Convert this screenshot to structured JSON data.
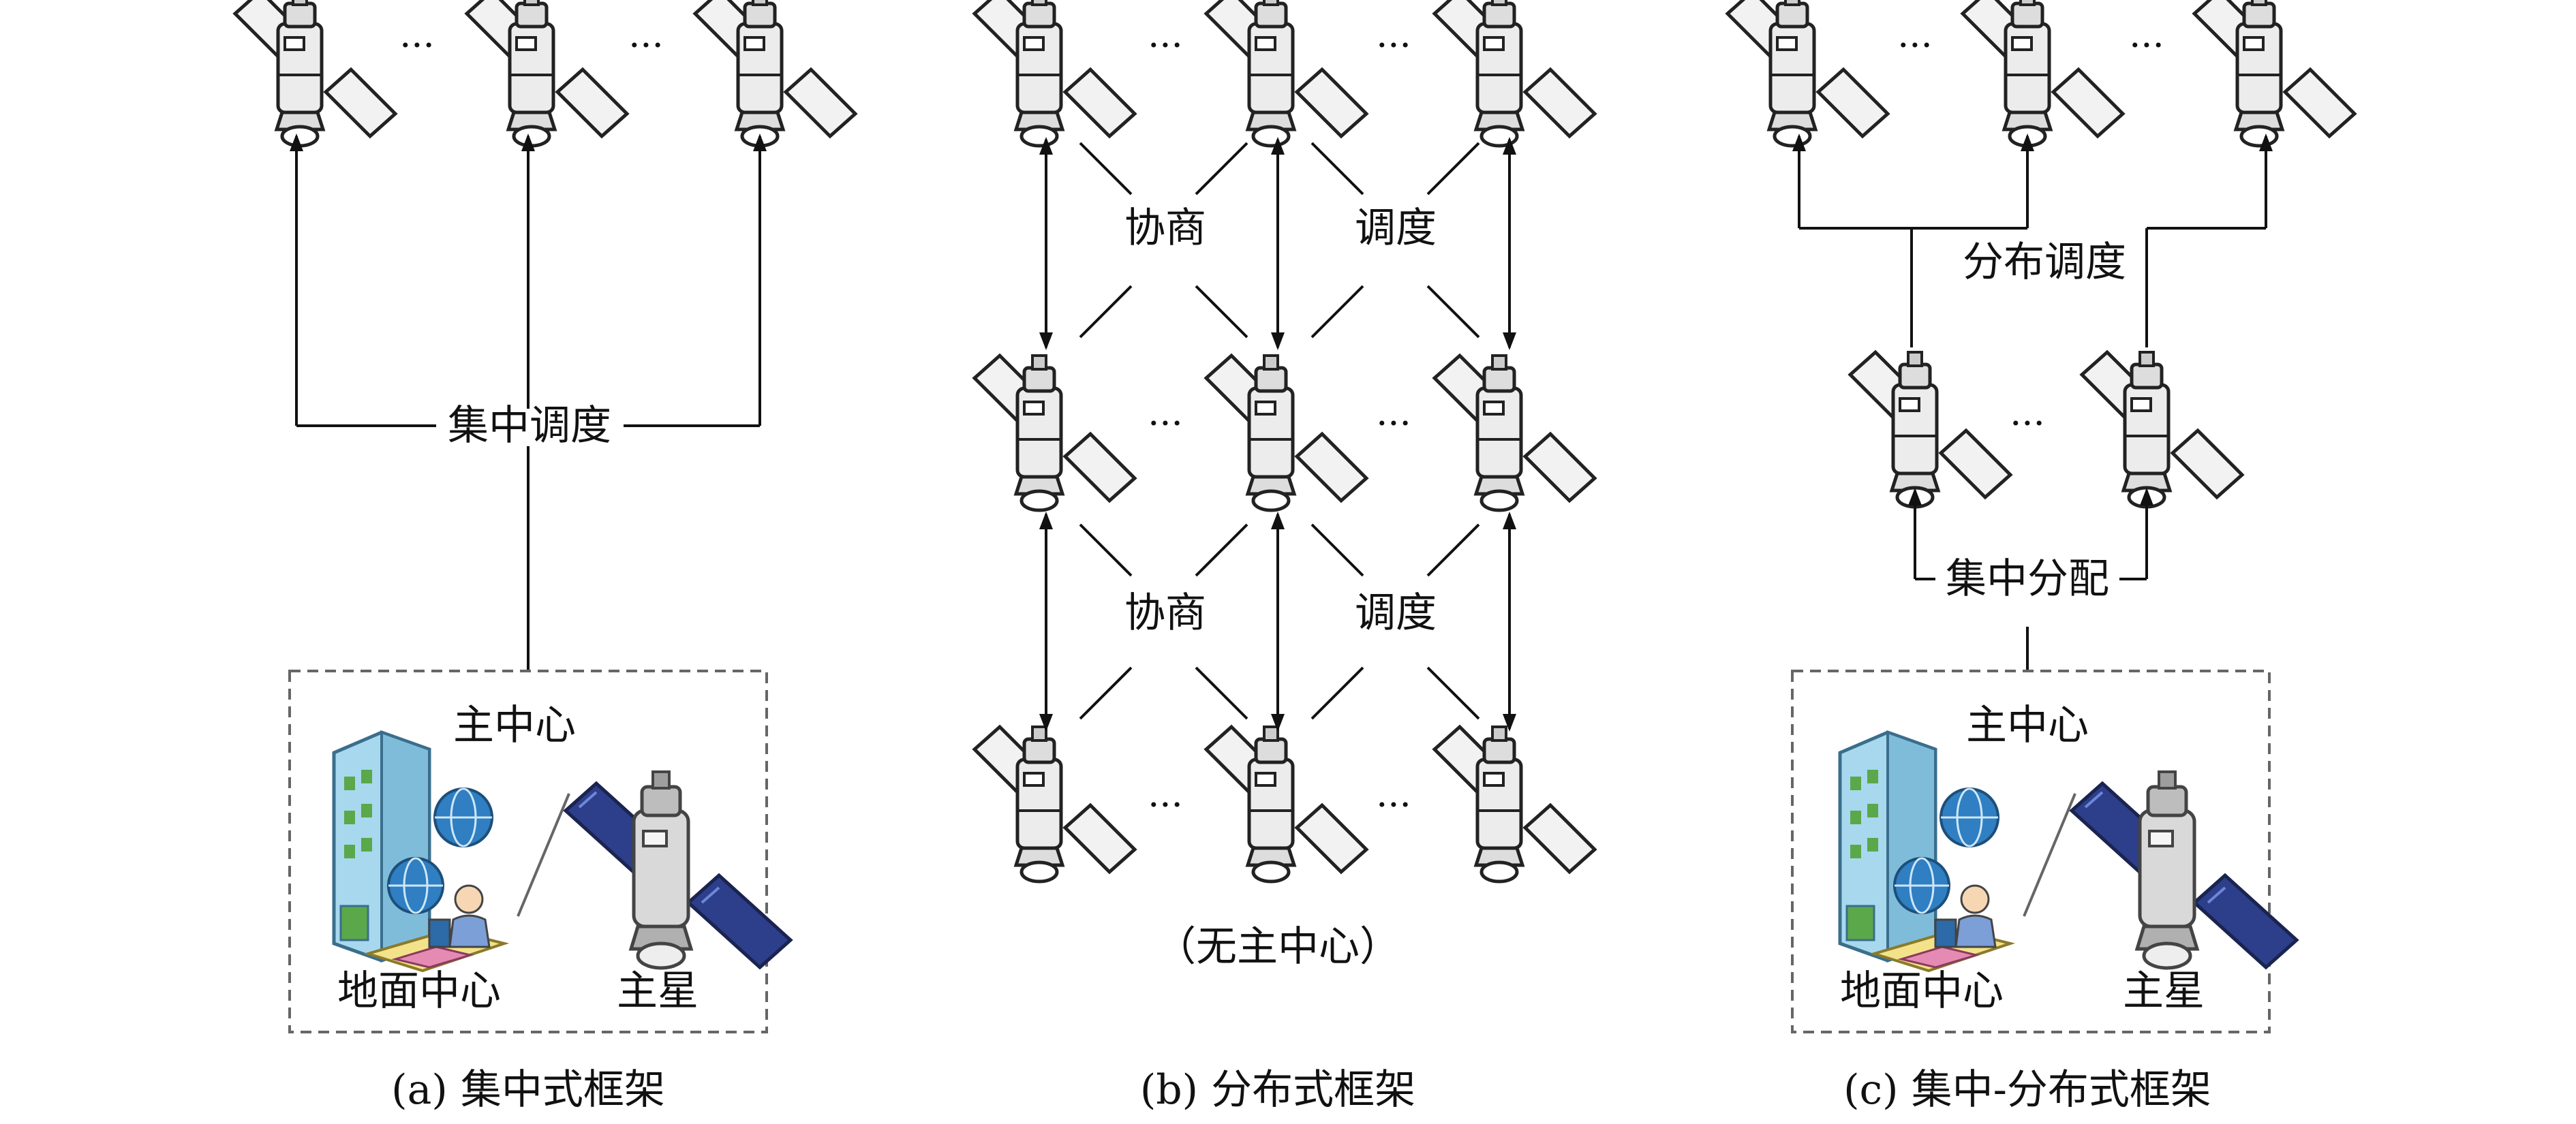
{
  "panels": {
    "a": {
      "caption": "(a) 集中式框架",
      "link_label": "集中调度",
      "center_title": "主中心",
      "ground_label": "地面中心",
      "master_label": "主星",
      "dots": "···"
    },
    "b": {
      "caption": "(b) 分布式框架",
      "negotiate_label": "协商",
      "schedule_label": "调度",
      "no_master_label": "（无主中心）",
      "dots": "···"
    },
    "c": {
      "caption": "(c) 集中-分布式框架",
      "distributed_label": "分布调度",
      "allocate_label": "集中分配",
      "center_title": "主中心",
      "ground_label": "地面中心",
      "master_label": "主星",
      "dots": "···"
    }
  },
  "colors": {
    "line": "#111111",
    "dashed_box": "#666666",
    "satellite_body": "#e8e8e8",
    "solar_panel": "#f0f0f0",
    "building": "#9fd2ea",
    "globe": "#2f7fc2",
    "master_panel": "#2d3e8a"
  },
  "icons": {
    "satellite": "satellite-icon",
    "ground_center": "ground-center-icon",
    "master_satellite": "master-satellite-icon"
  }
}
